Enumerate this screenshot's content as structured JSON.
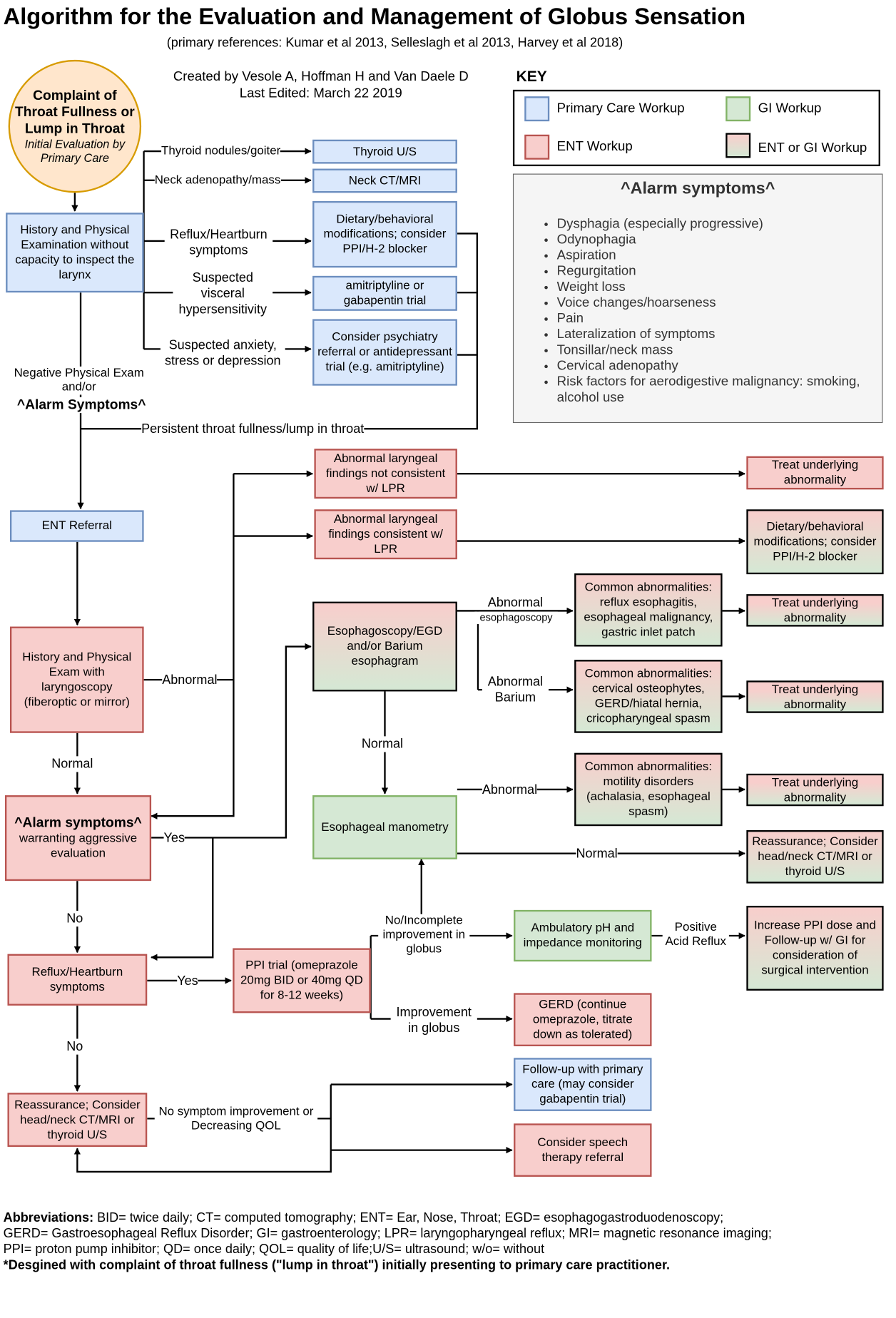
{
  "title": "Algorithm for the Evaluation and Management of Globus Sensation",
  "references": "(primary references: Kumar et al 2013, Selleslagh et al 2013, Harvey et al 2018)",
  "created_by": "Created by Vesole A, Hoffman H and Van Daele D",
  "last_edited": "Last Edited: March 22 2019",
  "key": {
    "heading": "KEY",
    "items": [
      {
        "label": "Primary Care Workup",
        "color": "#dae8fc"
      },
      {
        "label": "GI Workup",
        "color": "#d5e8d4"
      },
      {
        "label": "ENT Workup",
        "color": "#f8cecc"
      },
      {
        "label": "ENT or GI Workup",
        "color": "gradient"
      }
    ]
  },
  "alarm_panel": {
    "title": "^Alarm symptoms^",
    "items": [
      "Dysphagia (especially progressive)",
      "Odynophagia",
      "Aspiration",
      "Regurgitation",
      "Weight loss",
      "Voice changes/hoarseness",
      "Pain",
      "Lateralization of symptoms",
      "Tonsillar/neck mass",
      "Cervical adenopathy",
      "Risk factors for aerodigestive malignancy: smoking, alcohol use"
    ]
  },
  "nodes": {
    "complaint": {
      "l1": "Complaint of",
      "l2": "Throat Fullness or",
      "l3": "Lump in Throat",
      "l4": "Initial Evaluation by",
      "l5": "Primary Care"
    },
    "hp_pc": "History and Physical Examination without capacity to inspect the larynx",
    "thyroid_us": "Thyroid U/S",
    "neck_ct": "Neck CT/MRI",
    "diet_pc": "Dietary/behavioral modifications; consider PPI/H-2 blocker",
    "amitrip": "amitriptyline or gabapentin trial",
    "psych": "Consider psychiatry referral or antidepressant trial (e.g. amitriptyline)",
    "ent_ref": "ENT Referral",
    "hp_ent": "History and Physical Exam with laryngoscopy (fiberoptic or mirror)",
    "alarm_eval": {
      "bold": "^Alarm symptoms^",
      "rest": "warranting aggressive evaluation"
    },
    "reflux": "Reflux/Heartburn symptoms",
    "reassure_left": "Reassurance; Consider head/neck CT/MRI or thyroid U/S",
    "abn_not_lpr": "Abnormal laryngeal findings not consistent w/ LPR",
    "abn_lpr": "Abnormal laryngeal findings consistent w/ LPR",
    "egd": "Esophagoscopy/EGD and/or Barium esophagram",
    "manometry": "Esophageal manometry",
    "ppi_trial": "PPI trial (omeprazole 20mg BID or 40mg QD for 8-12 weeks)",
    "common_esoph": "Common abnormalities: reflux esophagitis, esophageal malignancy, gastric inlet patch",
    "common_barium": "Common abnormalities: cervical osteophytes, GERD/hiatal hernia, cricopharyngeal spasm",
    "common_motility": "Common abnormalities: motility disorders (achalasia, esophageal spasm)",
    "ambulatory": "Ambulatory pH and impedance monitoring",
    "gerd": "GERD (continue omeprazole, titrate down as tolerated)",
    "followup": "Follow-up with primary care (may consider gabapentin trial)",
    "speech": "Consider speech therapy referral",
    "treat1": "Treat underlying abnormality",
    "diet_right": "Dietary/behavioral modifications; consider PPI/H-2 blocker",
    "treat2": "Treat underlying abnormality",
    "treat3": "Treat underlying abnormality",
    "treat4": "Treat underlying abnormality",
    "reassure_right": "Reassurance; Consider head/neck CT/MRI or thyroid U/S",
    "increase_ppi": "Increase PPI dose and Follow-up w/ GI for consideration of surgical intervention"
  },
  "edge_labels": {
    "thyroid_nod": "Thyroid nodules/goiter",
    "neck_aden": "Neck adenopathy/mass",
    "reflux_sym": "Reflux/Heartburn symptoms",
    "visceral": "Suspected visceral hypersensitivity",
    "anxiety": "Suspected anxiety, stress or depression",
    "neg_pe": "Negative Physical Exam and/or",
    "alarm_sym": "^Alarm Symptoms^",
    "persistent": "Persistent throat fullness/lump in throat",
    "abnormal_lar": "Abnormal",
    "normal_lar": "Normal",
    "yes1": "Yes",
    "no1": "No",
    "yes2": "Yes",
    "no2": "No",
    "abn_esoph_1": "Abnormal",
    "abn_esoph_2": "esophagoscopy",
    "abn_barium": "Abnormal Barium",
    "normal_egd": "Normal",
    "abn_mano": "Abnormal",
    "normal_mano": "Normal",
    "no_incomplete": "No/Incomplete improvement in globus",
    "improvement": "Improvement in globus",
    "positive_acid": "Positive Acid Reflux",
    "no_symptom": "No symptom improvement or Decreasing QOL"
  },
  "abbreviations": {
    "label": "Abbreviations:",
    "line1": " BID= twice daily; CT= computed tomography; ENT= Ear, Nose, Throat; EGD= esophagogastroduodenoscopy;",
    "line2": "GERD= Gastroesophageal Reflux Disorder; GI= gastroenterology; LPR= laryngopharyngeal reflux; MRI= magnetic resonance imaging;",
    "line3": " PPI= proton pump inhibitor; QD= once daily; QOL= quality of life;U/S= ultrasound; w/o= without",
    "footnote": "*Desgined with complaint of throat fullness (\"lump in throat\") initially presenting to primary care practitioner."
  }
}
